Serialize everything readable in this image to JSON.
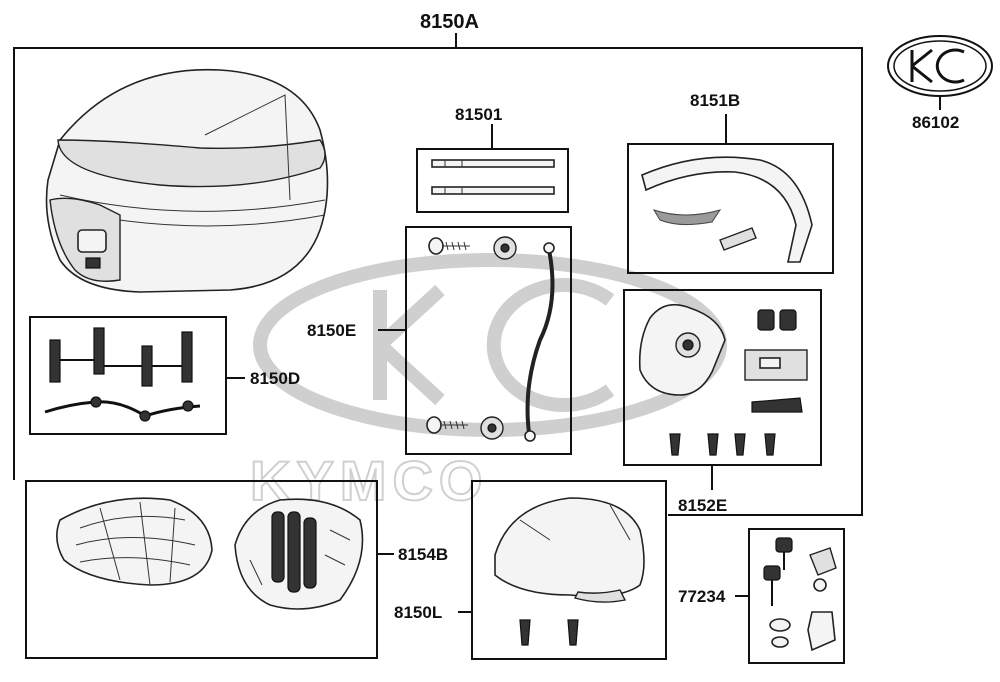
{
  "watermark": {
    "text": "KYMCO"
  },
  "labels": {
    "kit": "8150A",
    "emblem": "86102",
    "strips": "81501",
    "trim": "8151B",
    "hardware": "8150E",
    "clamps": "8150D",
    "lock_mount": "8152E",
    "base_plate": "8154B",
    "lid_cover": "8150L",
    "key_set": "77234"
  }
}
